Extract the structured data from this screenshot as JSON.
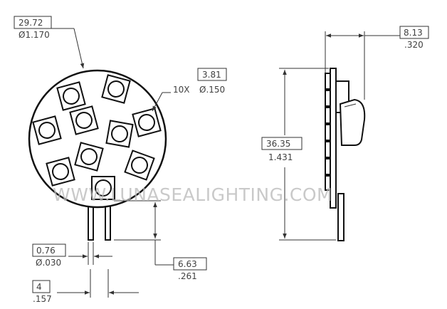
{
  "dimensions": {
    "board_diameter": {
      "mm": "29.72",
      "inch": "Ø1.170"
    },
    "led_diameter": {
      "mm": "3.81",
      "prefix": "10X",
      "inch": "Ø.150"
    },
    "pin_diameter": {
      "mm": "0.76",
      "inch": "Ø.030"
    },
    "pin_spacing": {
      "mm": "4",
      "inch": ".157"
    },
    "pin_length": {
      "mm": "6.63",
      "inch": ".261"
    },
    "overall_height": {
      "mm": "36.35",
      "inch": "1.431"
    },
    "depth": {
      "mm": "8.13",
      "inch": ".320"
    }
  },
  "watermark": "WWW.LUNASEALIGHTING.COM",
  "led_count": 10
}
